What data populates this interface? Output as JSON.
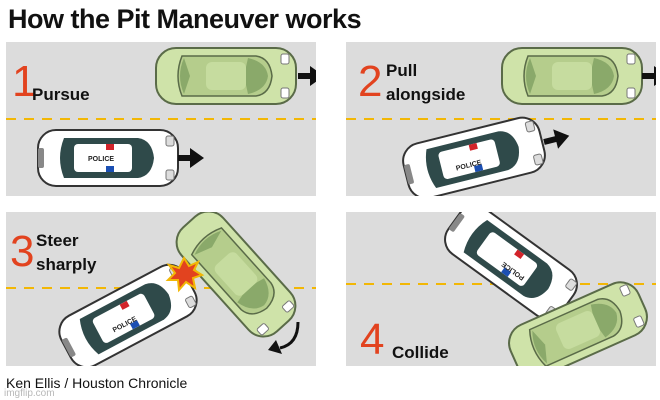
{
  "title": "How the Pit Maneuver works",
  "steps": [
    {
      "number": "1",
      "label_lines": [
        "Pursue"
      ]
    },
    {
      "number": "2",
      "label_lines": [
        "Pull",
        "alongside"
      ]
    },
    {
      "number": "3",
      "label_lines": [
        "Steer",
        "sharply"
      ]
    },
    {
      "number": "4",
      "label_lines": [
        "Collide"
      ]
    }
  ],
  "police_text": "POLICE",
  "credit": "Ken Ellis / Houston Chronicle",
  "watermark": "imgflip.com",
  "colors": {
    "road": "#dcdcdc",
    "lane_line": "#f2b705",
    "step_number": "#e2431f",
    "suspect_car": "#cfe3a9",
    "police_car": "#ffffff",
    "arrow": "#111111"
  }
}
